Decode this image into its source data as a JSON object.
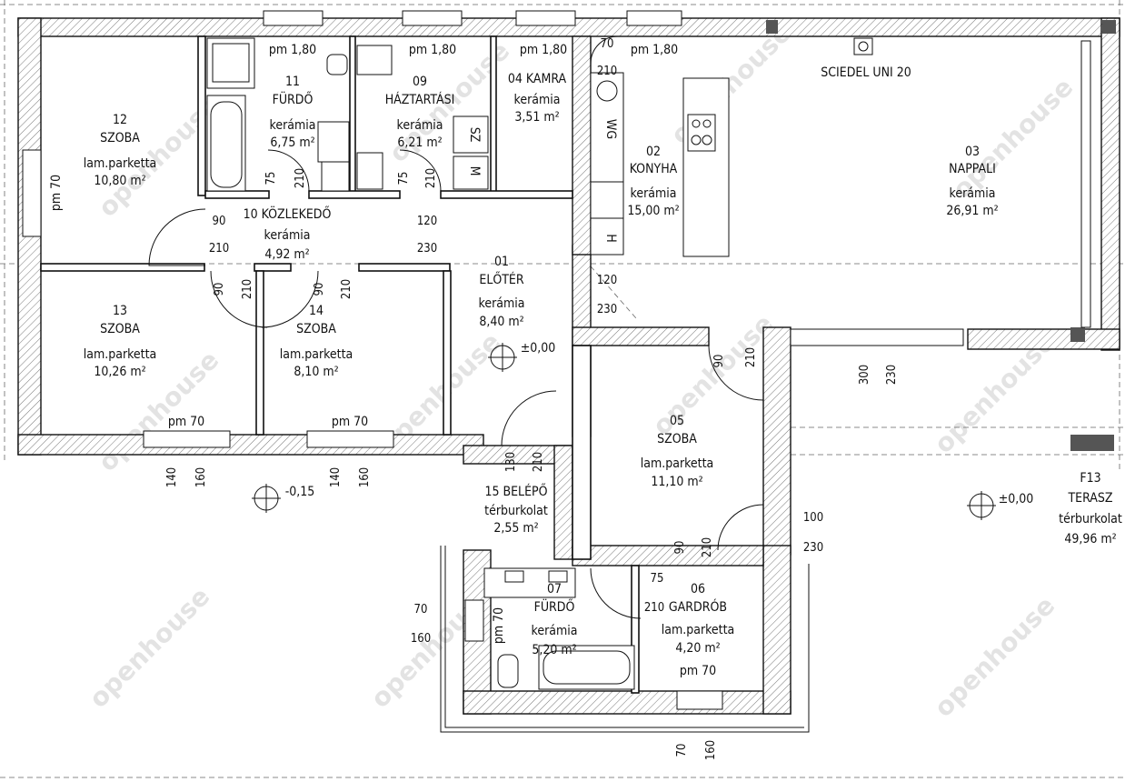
{
  "rooms": {
    "r12": {
      "num": "12",
      "name": "SZOBA",
      "mat": "lam.parketta",
      "area": "10,80 m²"
    },
    "r11": {
      "num": "11",
      "name": "FÜRDŐ",
      "mat": "kerámia",
      "area": "6,75 m²"
    },
    "r09": {
      "num": "09",
      "name": "HÁZTARTÁSI",
      "mat": "kerámia",
      "area": "6,21 m²"
    },
    "r04": {
      "title": "04 KAMRA",
      "mat": "kerámia",
      "area": "3,51 m²"
    },
    "r02": {
      "num": "02",
      "name": "KONYHA",
      "mat": "kerámia",
      "area": "15,00 m²"
    },
    "r03": {
      "num": "03",
      "name": "NAPPALI",
      "mat": "kerámia",
      "area": "26,91 m²"
    },
    "r10": {
      "title": "10 KÖZLEKEDŐ",
      "mat": "kerámia",
      "area": "4,92 m²"
    },
    "r01": {
      "num": "01",
      "name": "ELŐTÉR",
      "mat": "kerámia",
      "area": "8,40 m²"
    },
    "r13": {
      "num": "13",
      "name": "SZOBA",
      "mat": "lam.parketta",
      "area": "10,26 m²"
    },
    "r14": {
      "num": "14",
      "name": "SZOBA",
      "mat": "lam.parketta",
      "area": "8,10 m²"
    },
    "r05": {
      "num": "05",
      "name": "SZOBA",
      "mat": "lam.parketta",
      "area": "11,10 m²"
    },
    "r15": {
      "title": "15 BELÉPŐ",
      "mat": "térburkolat",
      "area": "2,55 m²"
    },
    "r07": {
      "num": "07",
      "name": "FÜRDŐ",
      "mat": "kerámia",
      "area": "5,20 m²"
    },
    "r06": {
      "num": "06",
      "name": "GARDRÓB",
      "mat": "lam.parketta",
      "area": "4,20 m²"
    },
    "f13": {
      "num": "F13",
      "name": "TERASZ",
      "mat": "térburkolat",
      "area": "49,96 m²"
    }
  },
  "labels": {
    "sciedel": "SCIEDEL UNI 20",
    "pm180": "pm 1,80",
    "pm70": "pm 70",
    "level_0": "±0,00",
    "level_m015": "-0,15",
    "wg": "WG",
    "sz": "SZ",
    "m": "M",
    "h": "H"
  },
  "dims": {
    "d70": "70",
    "d210": "210",
    "d75": "75",
    "d90": "90",
    "d120": "120",
    "d230": "230",
    "d140": "140",
    "d160": "160",
    "d130": "130",
    "d100": "100",
    "d300": "300"
  },
  "watermark": "openhouse"
}
